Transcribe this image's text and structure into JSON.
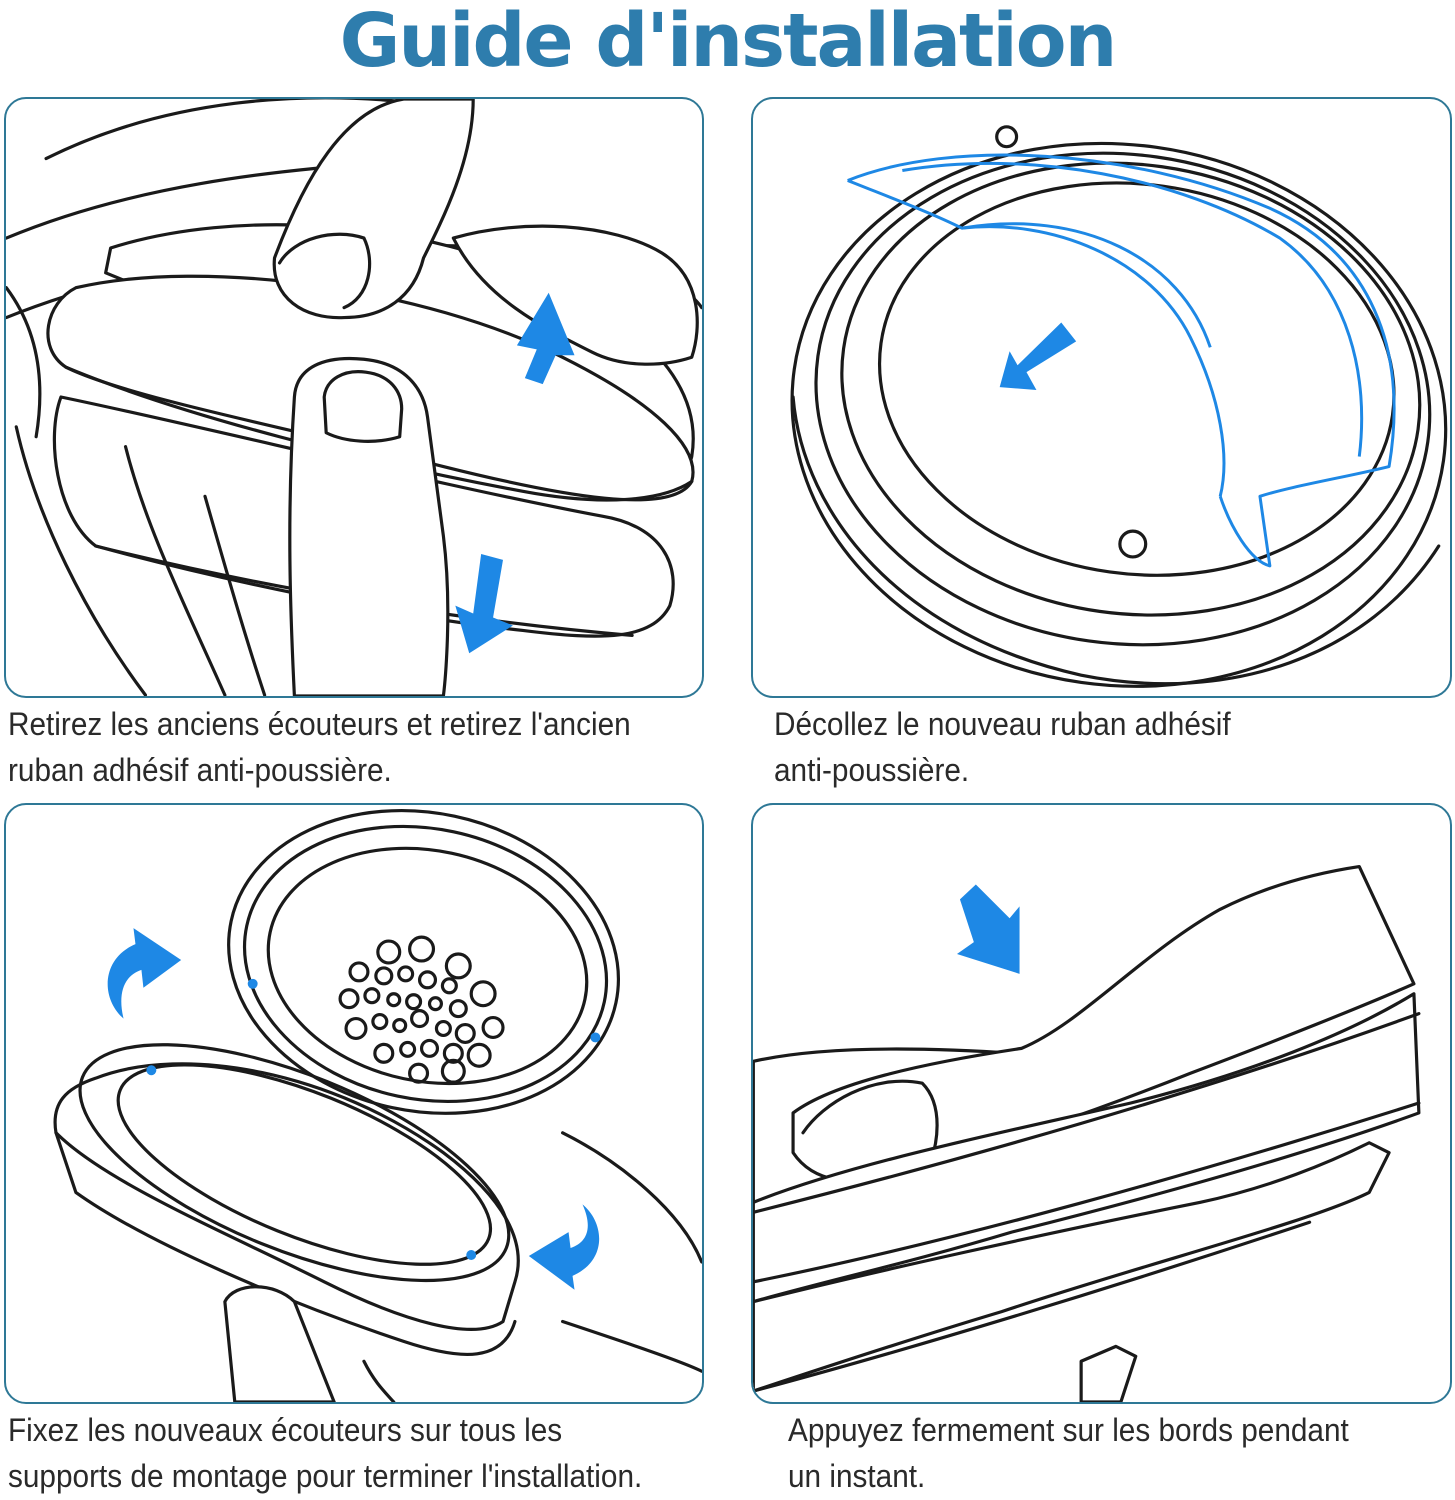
{
  "title": "Guide d'installation",
  "colors": {
    "title": "#2e7dad",
    "panel_border": "#2e7896",
    "arrow": "#1e88e5",
    "caption": "#2a2a2a"
  },
  "steps": [
    {
      "illustration": "remove-old-earpad",
      "icons": [
        "arrow-up-icon",
        "arrow-down-icon"
      ],
      "caption_line1": "Retirez les anciens écouteurs et retirez l'ancien",
      "caption_line2": "ruban adhésif anti-poussière."
    },
    {
      "illustration": "peel-adhesive-tape",
      "icons": [
        "arrow-down-left-icon"
      ],
      "caption_line1": "Décollez le nouveau ruban adhésif",
      "caption_line2": "anti-poussière."
    },
    {
      "illustration": "attach-new-earpad",
      "icons": [
        "curved-arrow-right-icon",
        "curved-arrow-left-icon"
      ],
      "caption_line1": "Fixez les nouveaux écouteurs sur tous les",
      "caption_line2": "supports de montage pour terminer l'installation."
    },
    {
      "illustration": "press-edges",
      "icons": [
        "arrow-down-right-icon"
      ],
      "caption_line1": "Appuyez fermement sur les bords pendant",
      "caption_line2": "un instant."
    }
  ]
}
